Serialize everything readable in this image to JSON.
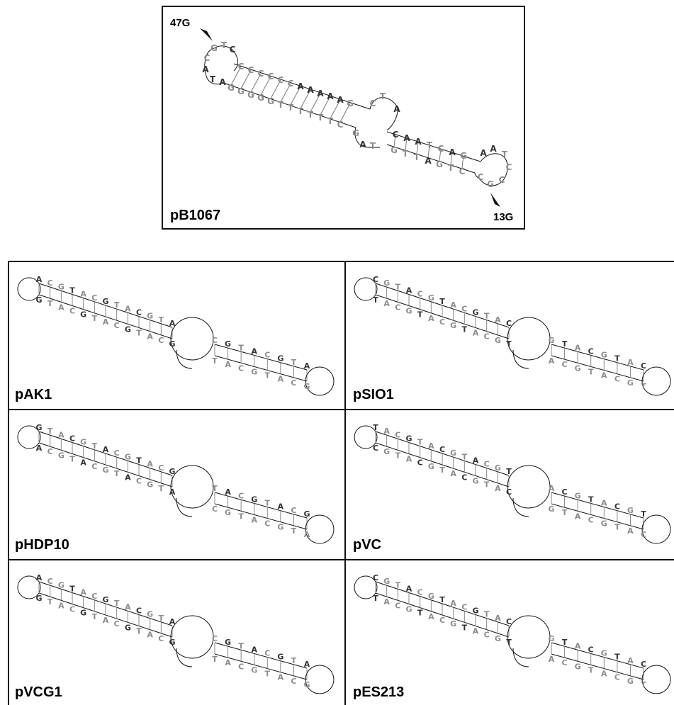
{
  "figure": {
    "top_panel": {
      "label": "pB1067",
      "arrow_top": "47G",
      "arrow_bottom": "13G"
    },
    "panels": [
      {
        "label": "pAK1"
      },
      {
        "label": "pSIO1"
      },
      {
        "label": "pHDP10"
      },
      {
        "label": "pVC"
      },
      {
        "label": "pVCG1"
      },
      {
        "label": "pES213"
      }
    ]
  },
  "colors": {
    "line": "#111111",
    "base_dark": "#333333",
    "base_light": "#8c8c8c"
  }
}
